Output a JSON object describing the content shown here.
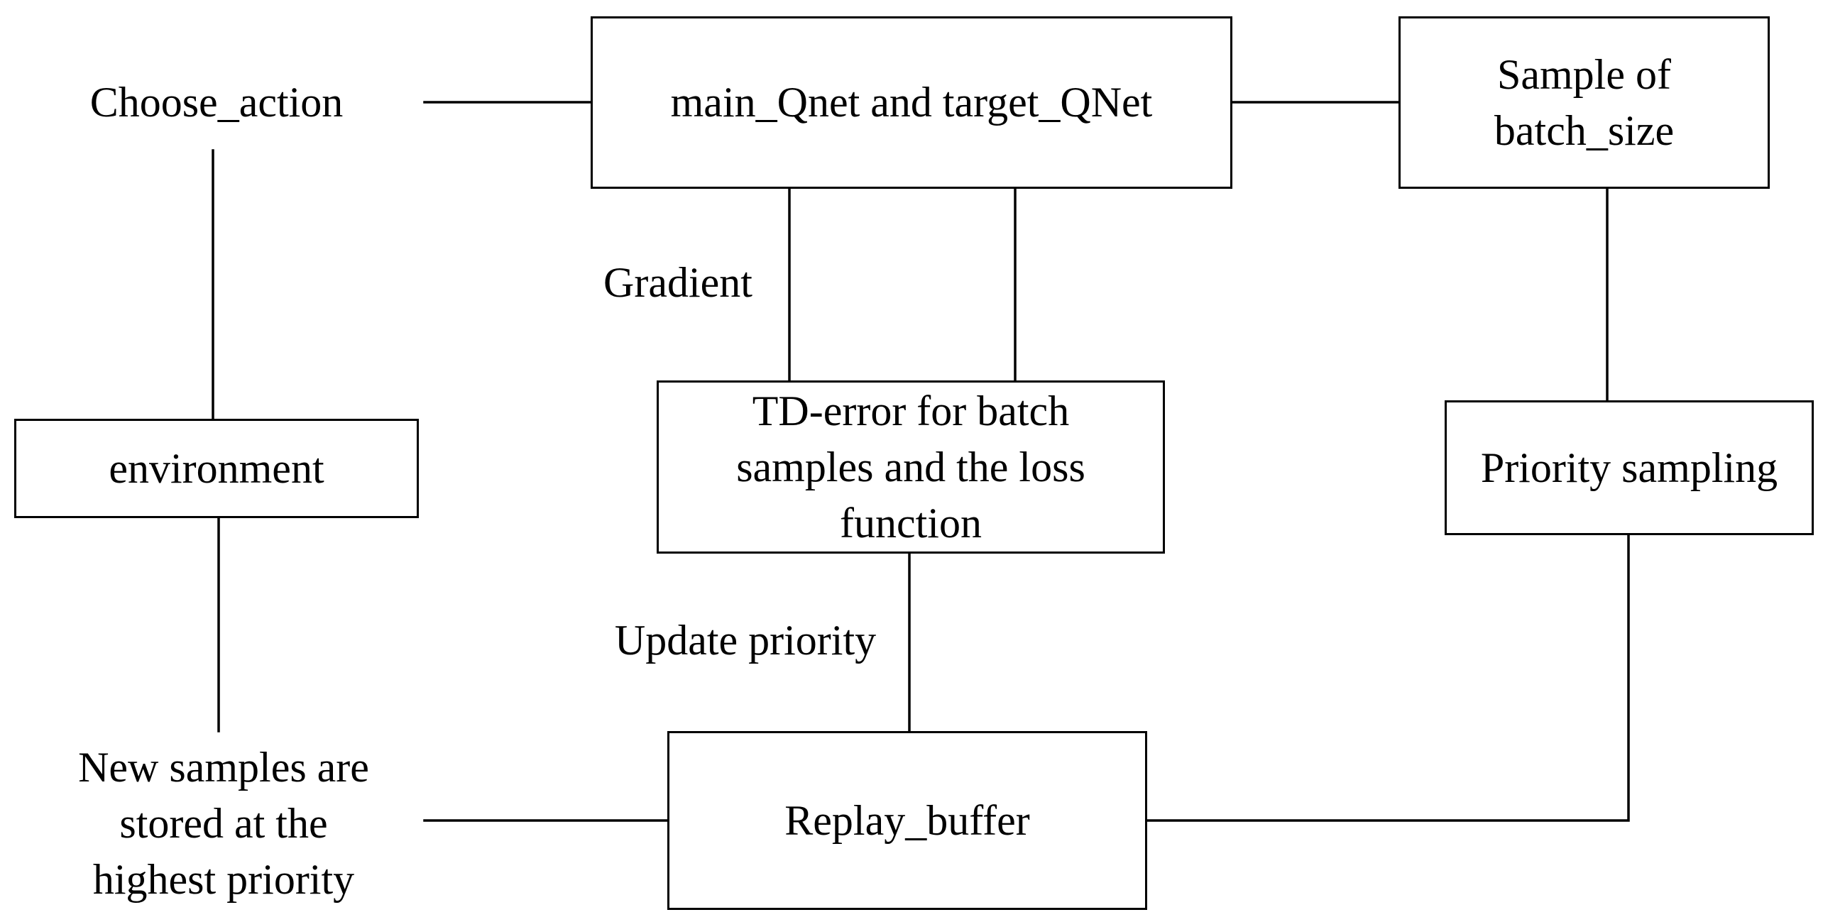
{
  "diagram": {
    "nodes": {
      "qnet": "main_Qnet and target_QNet",
      "batch_sample": "Sample of\nbatch_size",
      "td_error": "TD-error for batch\nsamples and the loss\nfunction",
      "environment": "environment",
      "priority_sampling": "Priority sampling",
      "replay_buffer": "Replay_buffer"
    },
    "labels": {
      "choose_action": "Choose_action",
      "gradient": "Gradient",
      "update_priority": "Update priority",
      "new_samples": "New samples are\nstored at the\nhighest priority"
    },
    "connections": [
      {
        "from": "choose_action",
        "to": "qnet"
      },
      {
        "from": "qnet",
        "to": "batch_sample"
      },
      {
        "from": "choose_action",
        "to": "environment"
      },
      {
        "from": "environment",
        "to": "new_samples"
      },
      {
        "from": "new_samples",
        "to": "replay_buffer"
      },
      {
        "from": "qnet",
        "to": "td_error",
        "label": "gradient"
      },
      {
        "from": "qnet",
        "to": "td_error"
      },
      {
        "from": "td_error",
        "to": "replay_buffer",
        "label": "update_priority"
      },
      {
        "from": "batch_sample",
        "to": "priority_sampling"
      },
      {
        "from": "priority_sampling",
        "to": "replay_buffer"
      }
    ],
    "line_color": "#000000"
  }
}
